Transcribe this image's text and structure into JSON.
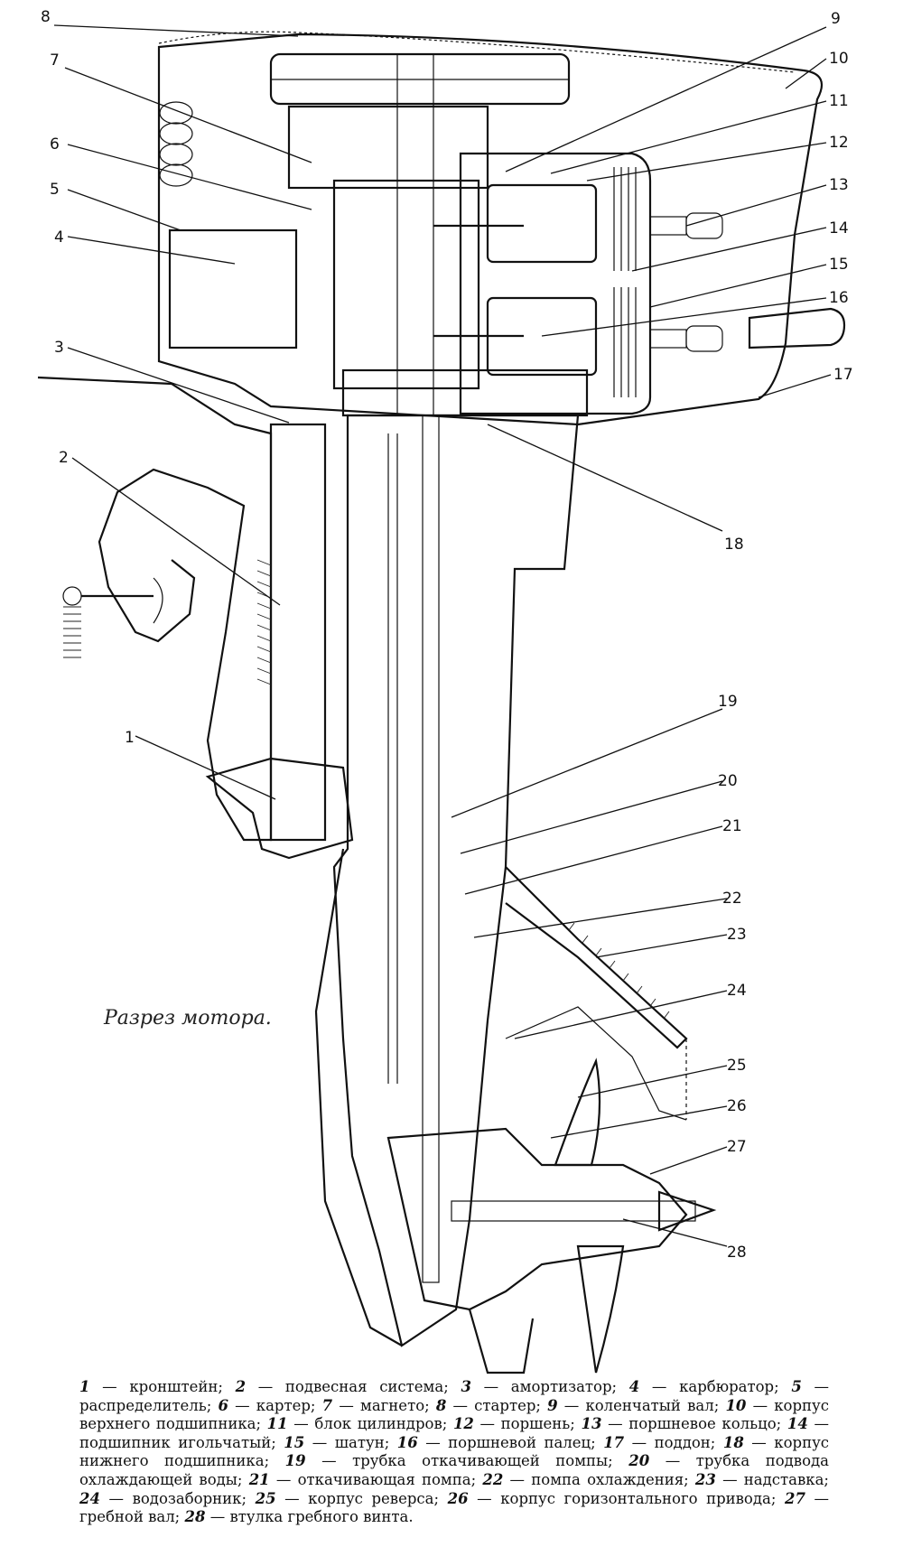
{
  "figure": {
    "caption": "Разрез мотора.",
    "callout_numbers": [
      "1",
      "2",
      "3",
      "4",
      "5",
      "6",
      "7",
      "8",
      "9",
      "10",
      "11",
      "12",
      "13",
      "14",
      "15",
      "16",
      "17",
      "18",
      "19",
      "20",
      "21",
      "22",
      "23",
      "24",
      "25",
      "26",
      "27",
      "28"
    ]
  },
  "legend": [
    {
      "n": "1",
      "text": "— кронштейн;"
    },
    {
      "n": "2",
      "text": "— подвесная система;"
    },
    {
      "n": "3",
      "text": "— амортизатор;"
    },
    {
      "n": "4",
      "text": "— карбюратор;"
    },
    {
      "n": "5",
      "text": "— распределитель;"
    },
    {
      "n": "6",
      "text": "— картер;"
    },
    {
      "n": "7",
      "text": "— магнето;"
    },
    {
      "n": "8",
      "text": "— стартер;"
    },
    {
      "n": "9",
      "text": "— коленчатый вал;"
    },
    {
      "n": "10",
      "text": "— корпус верхнего подшипника;"
    },
    {
      "n": "11",
      "text": "— блок цилиндров;"
    },
    {
      "n": "12",
      "text": "— поршень;"
    },
    {
      "n": "13",
      "text": "— поршневое кольцо;"
    },
    {
      "n": "14",
      "text": "— подшипник игольчатый;"
    },
    {
      "n": "15",
      "text": "— шатун;"
    },
    {
      "n": "16",
      "text": "— поршневой палец;"
    },
    {
      "n": "17",
      "text": "— поддон;"
    },
    {
      "n": "18",
      "text": "— корпус нижнего подшипника;"
    },
    {
      "n": "19",
      "text": "— трубка откачивающей помпы;"
    },
    {
      "n": "20",
      "text": "— трубка подвода охлаждающей воды;"
    },
    {
      "n": "21",
      "text": "— откачивающая помпа;"
    },
    {
      "n": "22",
      "text": "— помпа охлаждения;"
    },
    {
      "n": "23",
      "text": "— надставка;"
    },
    {
      "n": "24",
      "text": "— водозаборник;"
    },
    {
      "n": "25",
      "text": "— корпус реверса;"
    },
    {
      "n": "26",
      "text": "— корпус горизонтального привода;"
    },
    {
      "n": "27",
      "text": "— гребной вал;"
    },
    {
      "n": "28",
      "text": "— втулка гребного винта."
    }
  ]
}
